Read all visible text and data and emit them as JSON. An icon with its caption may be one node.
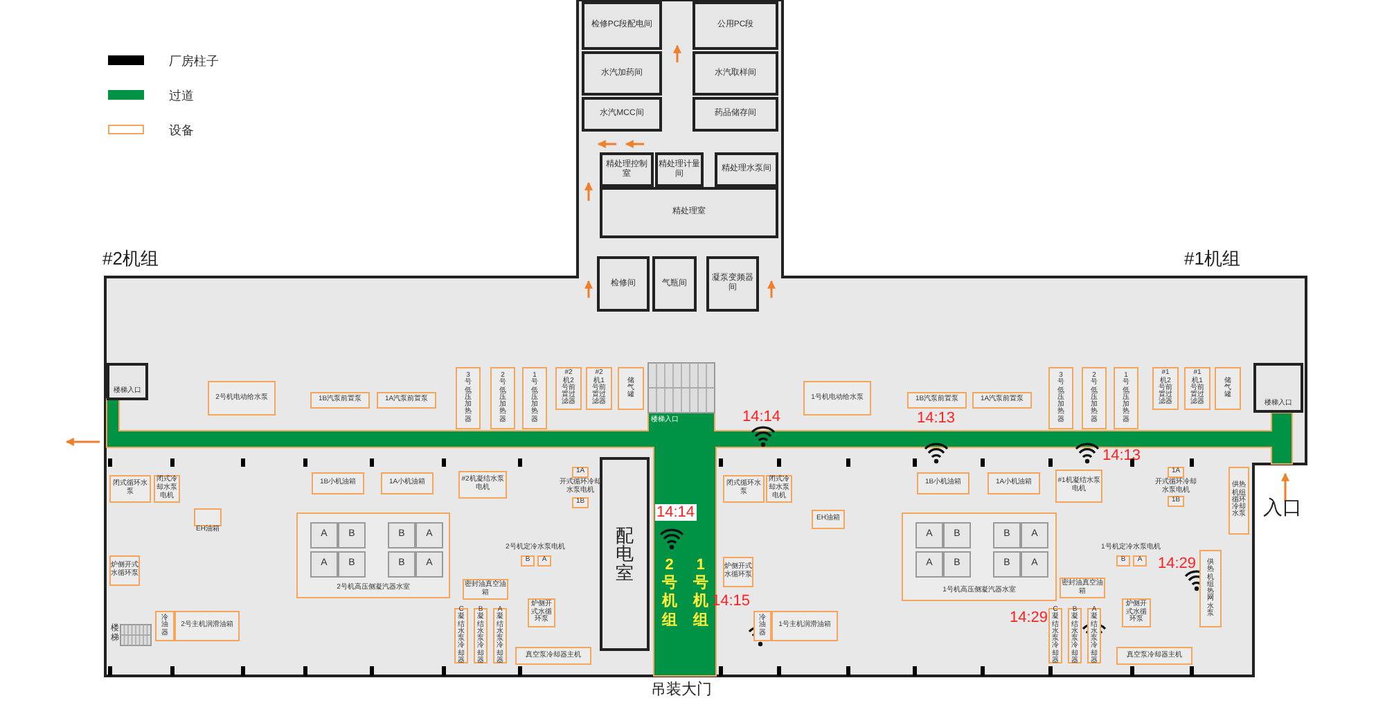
{
  "diagram": {
    "nodes": [
      {
        "text": [
          "检修PC段配电间"
        ]
      },
      {
        "text": [
          "公用PC段"
        ]
      },
      {
        "text": [
          "水汽加药间"
        ]
      },
      {
        "text": [
          "水汽取样间"
        ]
      },
      {
        "text": [
          "水汽MCC间"
        ]
      },
      {
        "text": [
          "药品储存间"
        ]
      },
      {
        "text": [
          "精处理控制室"
        ]
      },
      {
        "text": [
          "精处理计量间"
        ]
      },
      {
        "text": [
          "精处理水泵间"
        ]
      },
      {
        "text": [
          "精处理室"
        ]
      },
      {
        "text": [
          "检修间"
        ]
      },
      {
        "text": [
          "气瓶间"
        ]
      },
      {
        "text": [
          "凝泵变频器间"
        ]
      },
      {
        "text": [
          "楼梯入口"
        ]
      },
      {
        "text": [
          "2号机电动给水泵"
        ]
      },
      {
        "text": [
          "1B汽泵前置泵"
        ]
      },
      {
        "text": [
          "1A汽泵前置泵"
        ]
      },
      {
        "text": [
          "3号低压加热器"
        ]
      },
      {
        "text": [
          "2号低压加热器"
        ]
      },
      {
        "text": [
          "1号低压加热器"
        ]
      },
      {
        "text": [
          "#2机2号前置过滤器"
        ]
      },
      {
        "text": [
          "#2机1号前置过滤器"
        ]
      },
      {
        "text": [
          "储气罐"
        ]
      },
      {
        "text": [
          "1号机电动给水泵"
        ]
      },
      {
        "text": [
          "1B汽泵前置泵"
        ]
      },
      {
        "text": [
          "1A汽泵前置泵"
        ]
      },
      {
        "text": [
          "3号低压加热器"
        ]
      },
      {
        "text": [
          "2号低压加热器"
        ]
      },
      {
        "text": [
          "1号低压加热器"
        ]
      },
      {
        "text": [
          "#1机2号前置过滤器"
        ]
      },
      {
        "text": [
          "#1机1号前置过滤器"
        ]
      },
      {
        "text": [
          "储气罐"
        ]
      },
      {
        "text": [
          "楼梯入口"
        ]
      },
      {
        "text": [
          "闭式循环水泵"
        ]
      },
      {
        "text": [
          "闭式冷却水泵电机"
        ]
      },
      {
        "text": [
          "EH油箱"
        ]
      },
      {
        "text": [
          "1B小机油箱"
        ]
      },
      {
        "text": [
          "1A小机油箱"
        ]
      },
      {
        "text": [
          "#2机凝结水泵电机"
        ]
      },
      {
        "text": [
          "1A"
        ]
      },
      {
        "text": [
          "1B"
        ]
      },
      {
        "text": [
          "2号机高压侧凝汽器水室"
        ]
      },
      {
        "text": [
          "A"
        ],
        "in": 41
      },
      {
        "text": [
          "B"
        ],
        "in": 41
      },
      {
        "text": [
          "B"
        ],
        "in": 41
      },
      {
        "text": [
          "A"
        ],
        "in": 41
      },
      {
        "text": [
          "A"
        ],
        "in": 41
      },
      {
        "text": [
          "B"
        ],
        "in": 41
      },
      {
        "text": [
          "B"
        ],
        "in": 41
      },
      {
        "text": [
          "A"
        ],
        "in": 41
      },
      {
        "text": [
          "B"
        ]
      },
      {
        "text": [
          "A"
        ]
      },
      {
        "text": [
          "炉侧开式水循环泵"
        ]
      },
      {
        "text": [
          "冷油器"
        ]
      },
      {
        "text": [
          "2号主机润滑油箱"
        ]
      },
      {
        "text": [
          "密封油真空油箱"
        ]
      },
      {
        "text": [
          "C凝结水泵冷却器"
        ]
      },
      {
        "text": [
          "B凝结水泵冷却器"
        ]
      },
      {
        "text": [
          "A凝结水泵冷却器"
        ]
      },
      {
        "text": [
          "炉侧开式水循环泵"
        ]
      },
      {
        "text": [
          "真空泵冷却器主机"
        ]
      },
      {
        "text": [
          "配电室"
        ]
      },
      {
        "text": [
          "2号机组",
          "1号机组"
        ]
      },
      {
        "text": [
          "闭式循环水泵"
        ]
      },
      {
        "text": [
          "闭式冷却水泵电机"
        ]
      },
      {
        "text": [
          "EH油箱"
        ]
      },
      {
        "text": [
          "炉侧开式水循环泵"
        ]
      },
      {
        "text": [
          "冷油器"
        ]
      },
      {
        "text": [
          "1号主机润滑油箱"
        ]
      },
      {
        "text": [
          "1B小机油箱"
        ]
      },
      {
        "text": [
          "1A小机油箱"
        ]
      },
      {
        "text": [
          "#1机凝结水泵电机"
        ]
      },
      {
        "text": [
          "1A"
        ]
      },
      {
        "text": [
          "1B"
        ]
      },
      {
        "text": [
          "供热机组循环冷却水泵"
        ]
      },
      {
        "text": [
          "1号机高压侧凝汽器水室"
        ]
      },
      {
        "text": [
          "A"
        ],
        "in": 75
      },
      {
        "text": [
          "B"
        ],
        "in": 75
      },
      {
        "text": [
          "B"
        ],
        "in": 75
      },
      {
        "text": [
          "A"
        ],
        "in": 75
      },
      {
        "text": [
          "A"
        ],
        "in": 75
      },
      {
        "text": [
          "B"
        ],
        "in": 75
      },
      {
        "text": [
          "B"
        ],
        "in": 75
      },
      {
        "text": [
          "A"
        ],
        "in": 75
      },
      {
        "text": [
          "B"
        ]
      },
      {
        "text": [
          "A"
        ]
      },
      {
        "text": [
          "密封油真空油箱"
        ]
      },
      {
        "text": [
          "C凝结水泵冷却器"
        ]
      },
      {
        "text": [
          "B凝结水泵冷却器"
        ]
      },
      {
        "text": [
          "A凝结水泵冷却器"
        ]
      },
      {
        "text": [
          "炉侧开式水循环泵"
        ]
      },
      {
        "text": [
          "真空泵冷却器主机"
        ]
      },
      {
        "text": [
          "供热机组热网水泵"
        ]
      }
    ],
    "labels": [
      "#2机组",
      "#1机组",
      "楼梯入口",
      "14:14",
      "14:13",
      "14:13",
      "开式循环冷却水泵电机",
      "开式循环冷却水泵电机",
      "14:14",
      "2号机定冷水泵电机",
      "1号机定冷水泵电机",
      "14:29",
      "14:15",
      "14:29",
      "楼梯",
      "入口",
      "吊装大门"
    ],
    "legend": [
      {
        "text": "厂房柱子",
        "color": "#000000"
      },
      {
        "text": "过道",
        "color": "#009245"
      },
      {
        "text": "设备"
      }
    ]
  }
}
